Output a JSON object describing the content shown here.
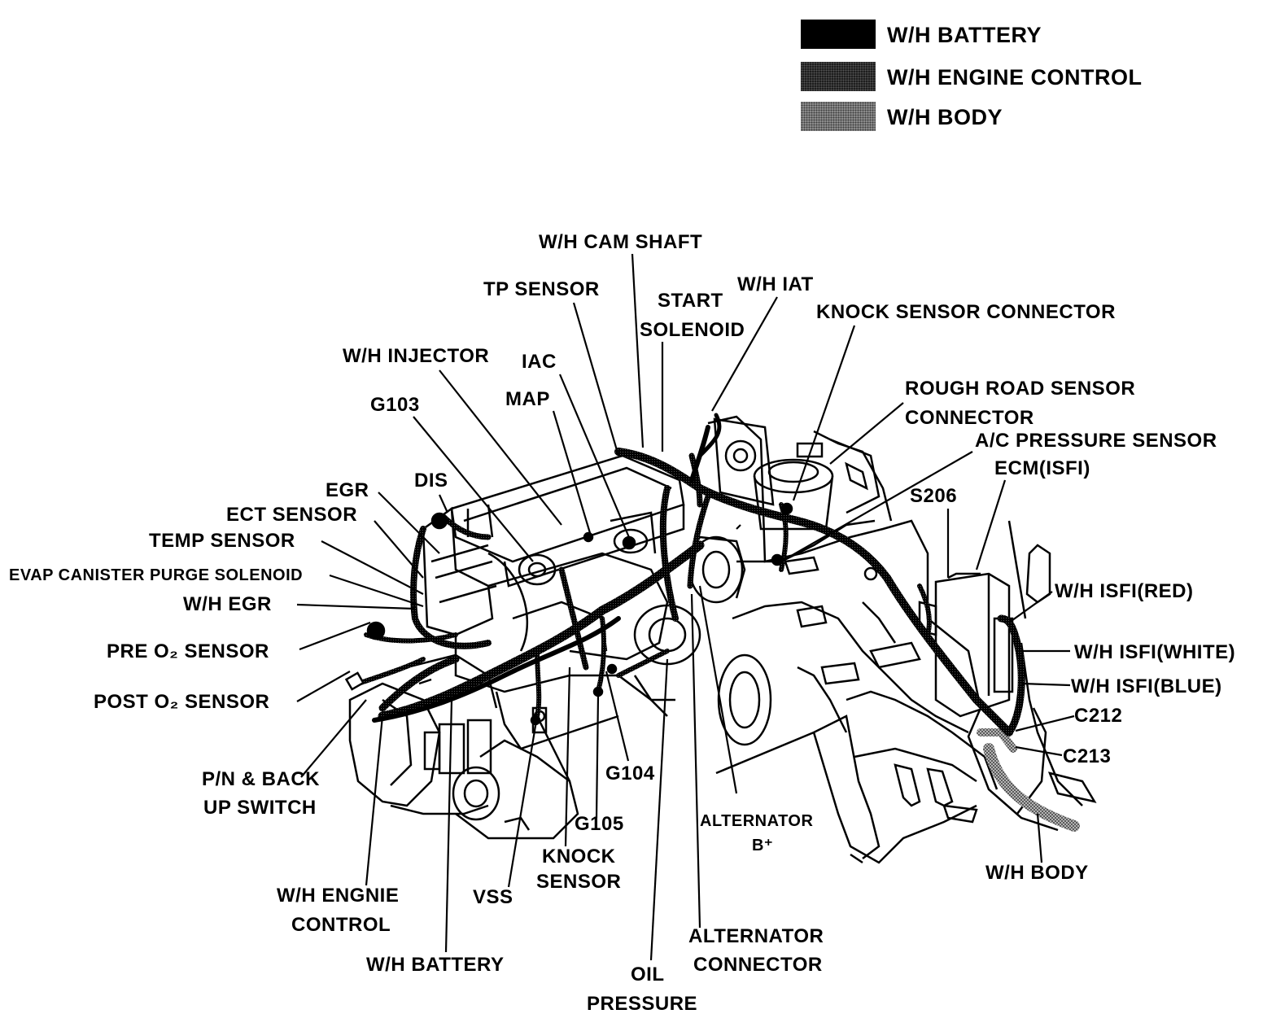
{
  "legend": {
    "items": [
      {
        "label": "W/H BATTERY",
        "color": "#000000"
      },
      {
        "label": "W/H ENGINE CONTROL",
        "color": "#1e1e1e"
      },
      {
        "label": "W/H BODY",
        "color": "#8a8a8a"
      }
    ]
  },
  "labels": {
    "cam_shaft": "W/H CAM SHAFT",
    "tp_sensor": "TP SENSOR",
    "start_1": "START",
    "start_2": "SOLENOID",
    "iat": "W/H IAT",
    "knock_connector": "KNOCK SENSOR CONNECTOR",
    "injector": "W/H INJECTOR",
    "iac": "IAC",
    "rough_1": "ROUGH ROAD SENSOR",
    "rough_2": "CONNECTOR",
    "map": "MAP",
    "g103": "G103",
    "ac_pressure": "A/C PRESSURE SENSOR",
    "ecm": "ECM(ISFI)",
    "egr": "EGR",
    "dis": "DIS",
    "s206": "S206",
    "ect": "ECT SENSOR",
    "temp": "TEMP  SENSOR",
    "evap": "EVAP CANISTER PURGE SOLENOID",
    "isfi_red": "W/H ISFI(RED)",
    "wh_egr": "W/H EGR",
    "pre_o2": "PRE O₂ SENSOR",
    "isfi_white": "W/H ISFI(WHITE)",
    "isfi_blue": "W/H ISFI(BLUE)",
    "post_o2": "POST O₂ SENSOR",
    "c212": "C212",
    "c213": "C213",
    "pn_1": "P/N & BACK",
    "pn_2": "UP SWITCH",
    "g104": "G104",
    "g105": "G105",
    "alt_b_1": "ALTERNATOR",
    "alt_b_2": "B⁺",
    "knock_sensor_1": "KNOCK",
    "knock_sensor_2": "SENSOR",
    "wh_body": "W/H BODY",
    "engine_control_1": "W/H ENGNIE",
    "engine_control_2": "CONTROL",
    "vss": "VSS",
    "battery": "W/H BATTERY",
    "alt_conn_1": "ALTERNATOR",
    "alt_conn_2": "CONNECTOR",
    "oil_1": "OIL",
    "oil_2": "PRESSURE"
  }
}
